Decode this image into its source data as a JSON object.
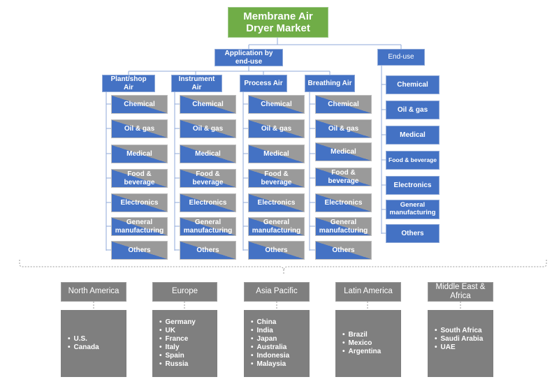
{
  "root": "Membrane Air Dryer Market",
  "segment_application": "Application by end-use",
  "segment_enduse": "End-use",
  "applications": [
    {
      "label": "Plant/shop Air",
      "items": [
        "Chemical",
        "Oil & gas",
        "Medical",
        "Food & beverage",
        "Electronics",
        "General manufacturing",
        "Others"
      ]
    },
    {
      "label": "Instrument Air",
      "items": [
        "Chemical",
        "Oil & gas",
        "Medical",
        "Food & beverage",
        "Electronics",
        "General manufacturing",
        "Others"
      ]
    },
    {
      "label": "Process Air",
      "items": [
        "Chemical",
        "Oil & gas",
        "Medical",
        "Food & beverage",
        "Electronics",
        "General manufacturing",
        "Others"
      ]
    },
    {
      "label": "Breathing Air",
      "items": [
        "Chemical",
        "Oil & gas",
        "Medical",
        "Food & beverage",
        "Electronics",
        "General manufacturing",
        "Others"
      ]
    }
  ],
  "enduse_items": [
    "Chemical",
    "Oil & gas",
    "Medical",
    "Food & beverage",
    "Electronics",
    "General manufacturing",
    "Others"
  ],
  "regions": [
    {
      "name": "North America",
      "countries": [
        "U.S.",
        "Canada"
      ]
    },
    {
      "name": "Europe",
      "countries": [
        "Germany",
        "UK",
        "France",
        "Italy",
        "Spain",
        "Russia"
      ]
    },
    {
      "name": "Asia Pacific",
      "countries": [
        "China",
        "India",
        "Japan",
        "Australia",
        "Indonesia",
        "Malaysia"
      ]
    },
    {
      "name": "Latin America",
      "countries": [
        "Brazil",
        "Mexico",
        "Argentina"
      ]
    },
    {
      "name": "Middle East & Africa",
      "countries": [
        "South Africa",
        "Saudi Arabia",
        "UAE"
      ]
    }
  ],
  "colors": {
    "root": "#70ad47",
    "node": "#4472c4",
    "gray": "#7f7f7f",
    "line": "#8fa9d8"
  }
}
